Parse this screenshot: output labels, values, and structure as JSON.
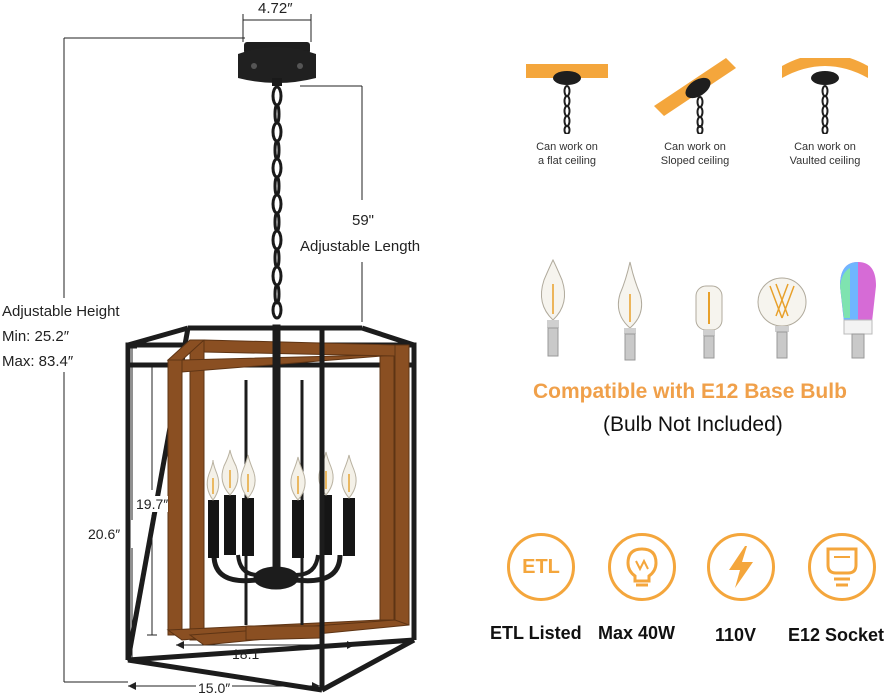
{
  "dimensions": {
    "canopy_width": "4.72″",
    "chain_length": "59\"",
    "chain_length_label": "Adjustable Length",
    "height_title": "Adjustable Height",
    "height_min": "Min: 25.2″",
    "height_max": "Max: 83.4″",
    "outer_height": "20.6″",
    "inner_height": "19.7″",
    "inner_width": "18.1″",
    "outer_width": "15.0″"
  },
  "ceilings": [
    {
      "line1": "Can work on",
      "line2": "a flat ceiling",
      "icon": "flat-ceiling-icon"
    },
    {
      "line1": "Can work on",
      "line2": "Sloped ceiling",
      "icon": "sloped-ceiling-icon"
    },
    {
      "line1": "Can work on",
      "line2": "Vaulted ceiling",
      "icon": "vaulted-ceiling-icon"
    }
  ],
  "bulbs": {
    "headline": "Compatible with E12 Base Bulb",
    "note": "(Bulb Not Included)"
  },
  "features": [
    {
      "label": "ETL Listed",
      "icon": "etl-icon",
      "badge": "ETL"
    },
    {
      "label": "Max 40W",
      "icon": "bulb-watt-icon"
    },
    {
      "label": "110V",
      "icon": "lightning-icon"
    },
    {
      "label": "E12 Socket",
      "icon": "socket-icon"
    }
  ],
  "colors": {
    "accent": "#f4a63c",
    "compat_text": "#f0a04a",
    "metal": "#1c1c1c",
    "wood": "#8a4f22"
  }
}
